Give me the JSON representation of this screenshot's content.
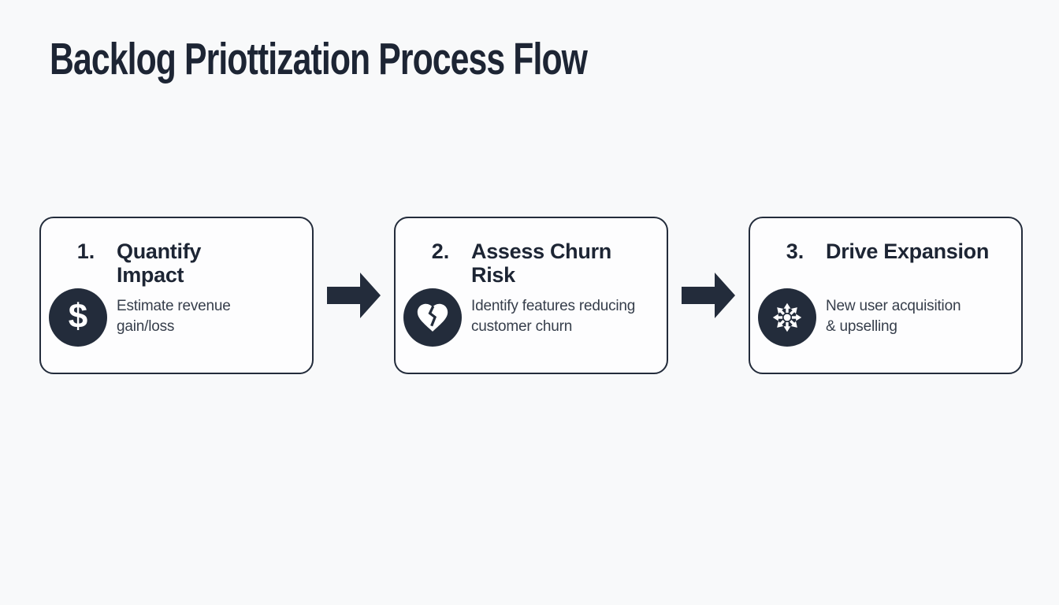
{
  "page": {
    "title": "Backlog Priottization Process Flow",
    "background_color": "#f8f9fa",
    "ink_color": "#232c3b"
  },
  "steps": [
    {
      "number": "1.",
      "title": "Quantify\nImpact",
      "description": "Estimate revenue\ngain/loss",
      "icon": "dollar-icon"
    },
    {
      "number": "2.",
      "title": "Assess Churn\nRisk",
      "description": "Identify features reducing\ncustomer churn",
      "icon": "broken-heart-icon"
    },
    {
      "number": "3.",
      "title": "Drive Expansion",
      "description": "New user acquisition\n& upselling",
      "icon": "expansion-icon"
    }
  ],
  "icons": {
    "dollar_glyph": "$"
  },
  "connectors": {
    "type": "block-arrow-right",
    "color": "#232c3b",
    "count": 2
  }
}
